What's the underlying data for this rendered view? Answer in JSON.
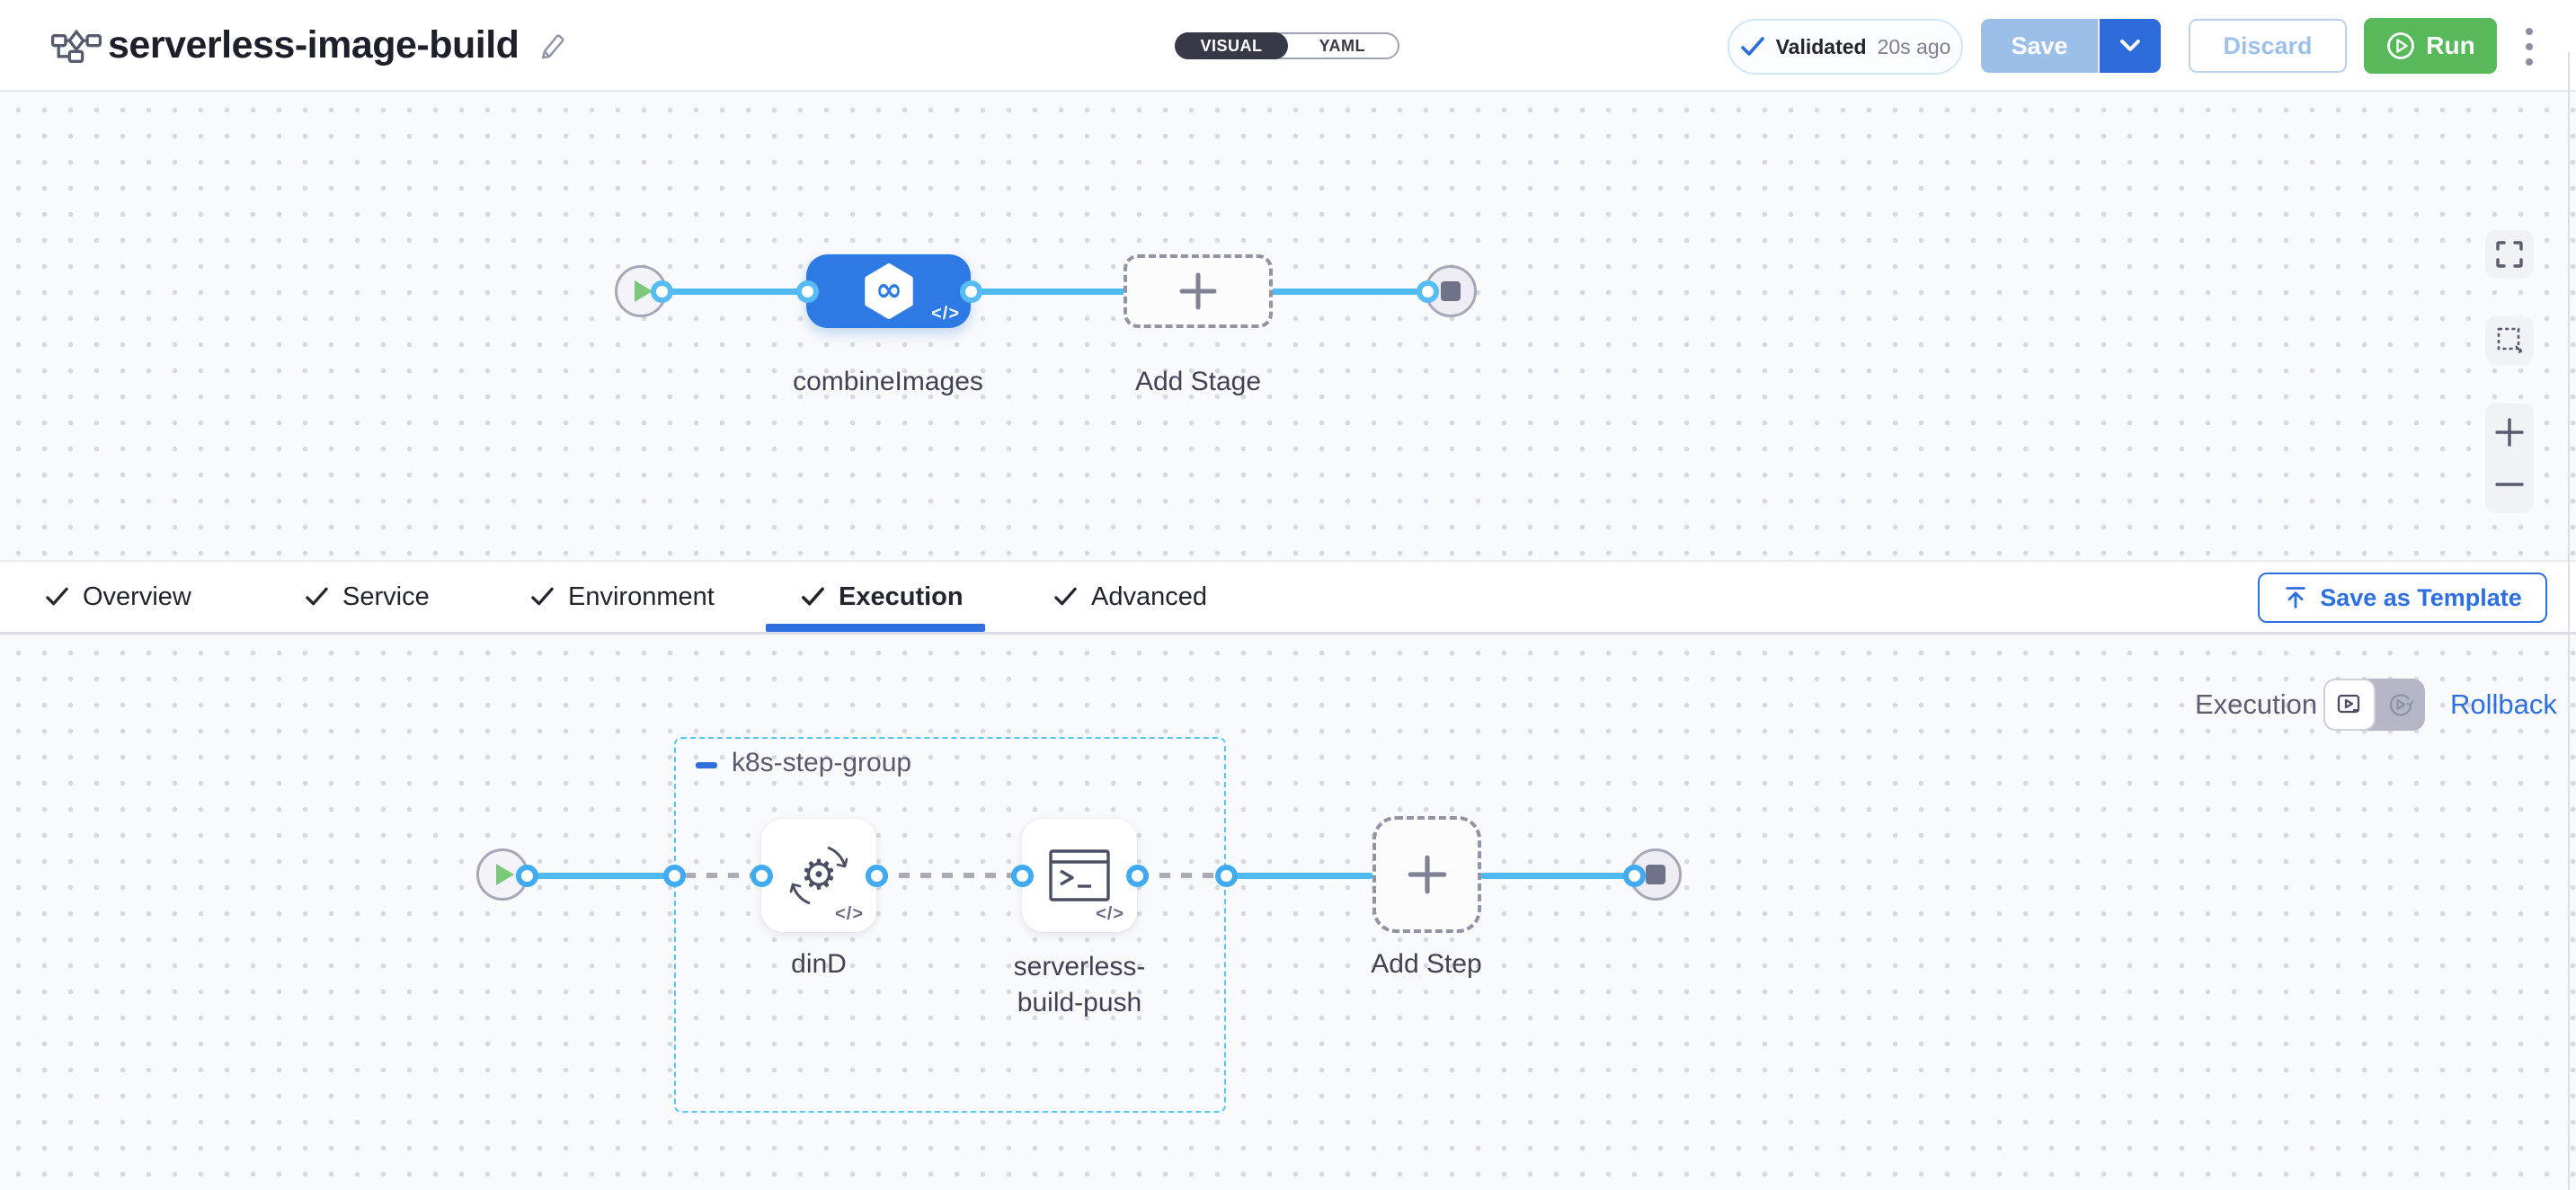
{
  "header": {
    "title": "serverless-image-build",
    "mode_toggle": {
      "visual": "VISUAL",
      "yaml": "YAML"
    },
    "validated": {
      "label": "Validated",
      "time": "20s ago"
    },
    "save_label": "Save",
    "discard_label": "Discard",
    "run_label": "Run"
  },
  "pipeline_canvas": {
    "stage_label": "combineImages",
    "add_stage_label": "Add Stage",
    "code_badge": "</>"
  },
  "tabs": {
    "items": [
      {
        "label": "Overview"
      },
      {
        "label": "Service"
      },
      {
        "label": "Environment"
      },
      {
        "label": "Execution"
      },
      {
        "label": "Advanced"
      }
    ],
    "save_as_template_label": "Save as Template"
  },
  "execution": {
    "mode_label": "Execution",
    "rollback_label": "Rollback",
    "group_name": "k8s-step-group",
    "steps": [
      {
        "label": "dinD"
      },
      {
        "label": "serverless-build-push"
      }
    ],
    "add_step_label": "Add Step",
    "code_badge": "</>"
  },
  "icons": {
    "title_icon": "flowchart-icon",
    "stage_icon": "infinity-hexagon-icon",
    "step1_icon": "gear-sync-icon",
    "step2_icon": "terminal-icon"
  },
  "colors": {
    "primary_blue": "#2e6fe0",
    "stage_node_blue": "#2d7ae4",
    "edge_blue": "#4fb9f1",
    "group_border_blue": "#54c6f2",
    "run_green": "#57b95a",
    "save_disabled_blue": "#9cbfe9",
    "save_caret_blue": "#2d6cda",
    "canvas_bg": "#f9fafb"
  }
}
